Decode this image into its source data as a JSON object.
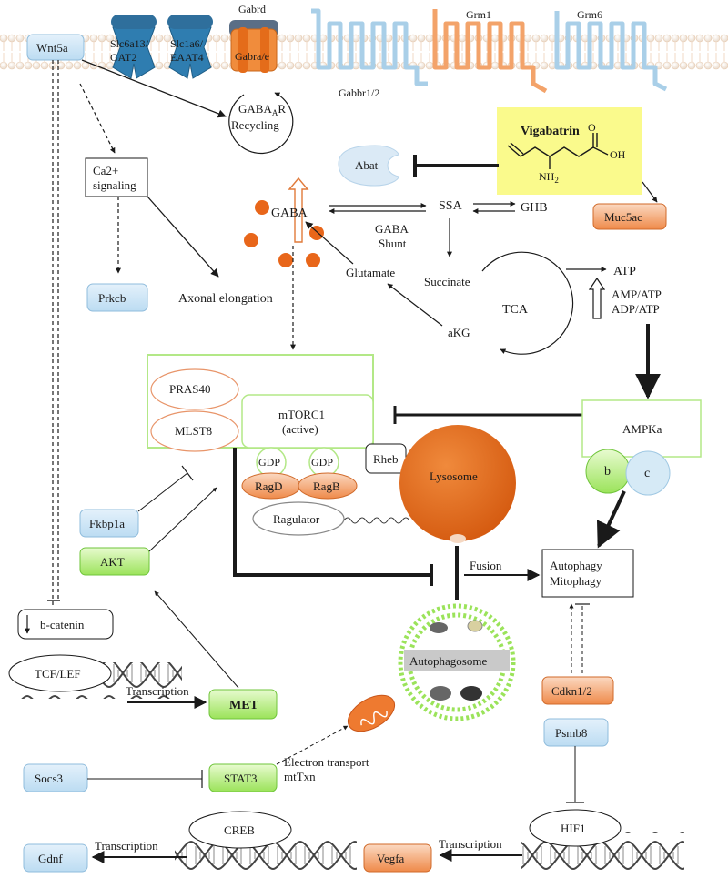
{
  "membrane": {
    "wnt5a": "Wnt5a",
    "transporter_gat2": [
      "Slc6a13/",
      "GAT2"
    ],
    "transporter_eaat4": [
      "Slc1a6/",
      "EAAT4"
    ],
    "gabrd": "Gabrd",
    "gabra": "Gabra/e",
    "grm1": "Grm1",
    "grm6": "Grm6",
    "gabbr": "Gabbr1/2",
    "gabaar_recycling": [
      "GABA",
      "A",
      "R",
      "Recycling"
    ]
  },
  "drug": {
    "name": "Vigabatrin",
    "oh": "OH",
    "o": "O",
    "nh2": "NH",
    "nh2_sub": "2"
  },
  "metabolism": {
    "abat": "Abat",
    "muc5ac": "Muc5ac",
    "gaba": "GABA",
    "ssa": "SSA",
    "ghb": "GHB",
    "shunt": [
      "GABA",
      "Shunt"
    ],
    "glutamate": "Glutamate",
    "succinate": "Succinate",
    "tca": "TCA",
    "akg": "aKG",
    "atp": "ATP",
    "ratios": [
      "AMP/ATP",
      "ADP/ATP"
    ]
  },
  "signaling": {
    "ca2": [
      "Ca2+",
      "signaling"
    ],
    "prkcb": "Prkcb",
    "axonal": "Axonal elongation",
    "pras40": "PRAS40",
    "mlst8": "MLST8",
    "mtorc1": [
      "mTORC1",
      "(active)"
    ],
    "gdp1": "GDP",
    "gdp2": "GDP",
    "ragd": "RagD",
    "ragb": "RagB",
    "ragulator": "Ragulator",
    "rheb": "Rheb",
    "lysosome": "Lysosome",
    "ampka": "AMPKa",
    "ampk_b": "b",
    "ampk_c": "c",
    "fkbp1a": "Fkbp1a",
    "akt": "AKT",
    "fusion": "Fusion",
    "autophagy": [
      "Autophagy",
      "Mitophagy"
    ],
    "autophagosome": "Autophagosome",
    "cdkn": "Cdkn1/2",
    "psmb8": "Psmb8",
    "hif1": "HIF1",
    "vegfa": "Vegfa"
  },
  "nucleus": {
    "bcatenin": "b-catenin",
    "tcflef": "TCF/LEF",
    "transcription1": "Transcription",
    "met": "MET",
    "socs3": "Socs3",
    "stat3": "STAT3",
    "electron": [
      "Electron transport",
      "mtTxn"
    ],
    "creb": "CREB",
    "transcription2": "Transcription",
    "gdnf": "Gdnf",
    "transcription3": "Transcription"
  }
}
